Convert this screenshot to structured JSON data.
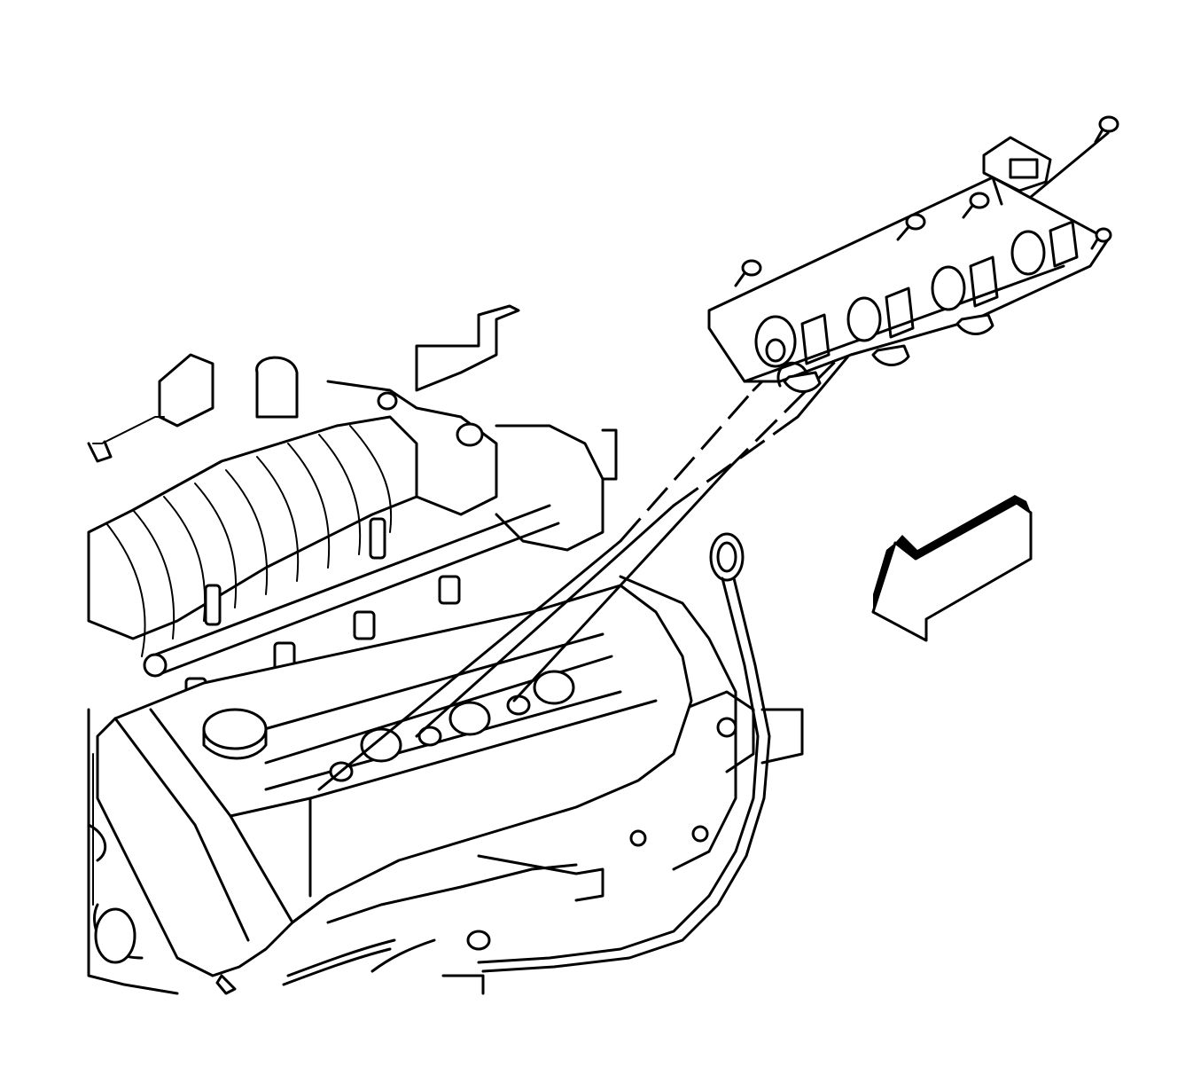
{
  "diagram": {
    "kind": "engine-ignition-coil-illustration",
    "parts": {
      "engine": "engine",
      "intake_manifold": "intake-manifold",
      "valve_cover": "valve-cover",
      "ignition_coil_module": "ignition-coil-module",
      "bolts": "bolts",
      "oil_dipstick": "oil-dipstick",
      "direction_arrow": "direction-arrow"
    },
    "bolt_count": 5,
    "colors": {
      "line": "#000000",
      "background": "#ffffff"
    }
  }
}
